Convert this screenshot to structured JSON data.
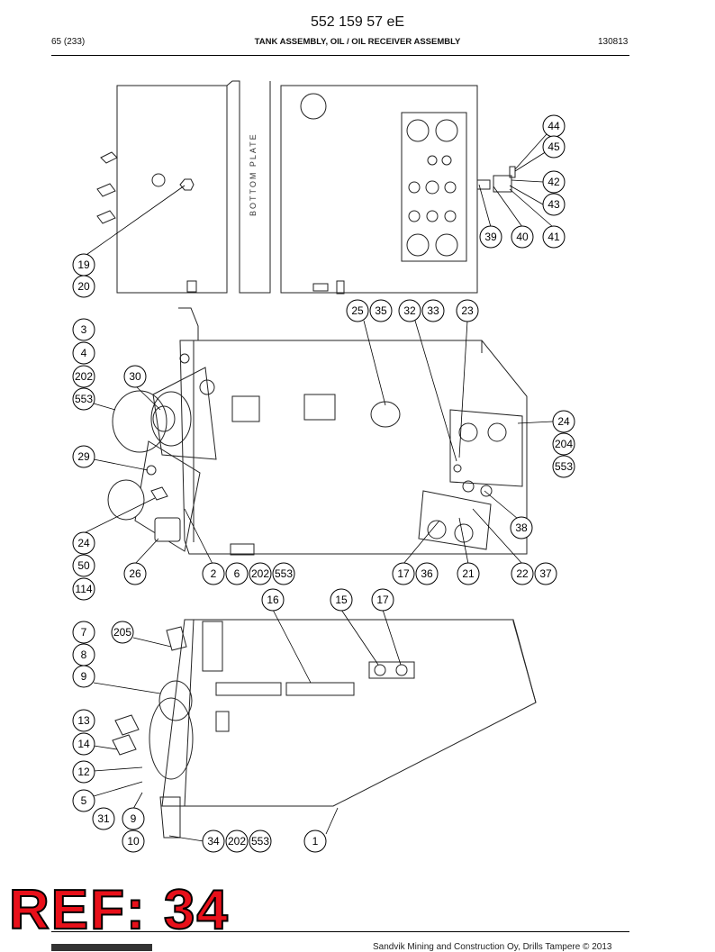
{
  "header": {
    "document_number": "552 159 57 eE",
    "page": "65 (233)",
    "title": "TANK ASSEMBLY, OIL / OIL RECEIVER ASSEMBLY",
    "date_code": "130813"
  },
  "drawing": {
    "bottom_plate_label": "BOTTOM PLATE",
    "callouts": [
      "44",
      "45",
      "42",
      "43",
      "39",
      "40",
      "41",
      "19",
      "20",
      "25",
      "35",
      "32",
      "33",
      "23",
      "3",
      "4",
      "202",
      "553",
      "30",
      "24",
      "204",
      "553",
      "29",
      "38",
      "24",
      "50",
      "114",
      "26",
      "2",
      "6",
      "202",
      "553",
      "17",
      "36",
      "21",
      "22",
      "37",
      "16",
      "15",
      "17",
      "7",
      "205",
      "8",
      "9",
      "13",
      "14",
      "12",
      "5",
      "31",
      "9",
      "10",
      "34",
      "202",
      "553",
      "1"
    ]
  },
  "stamp": {
    "ref": "REF: 34"
  },
  "footer": {
    "copyright": "Sandvik Mining and Construction Oy, Drills Tampere © 2013"
  }
}
